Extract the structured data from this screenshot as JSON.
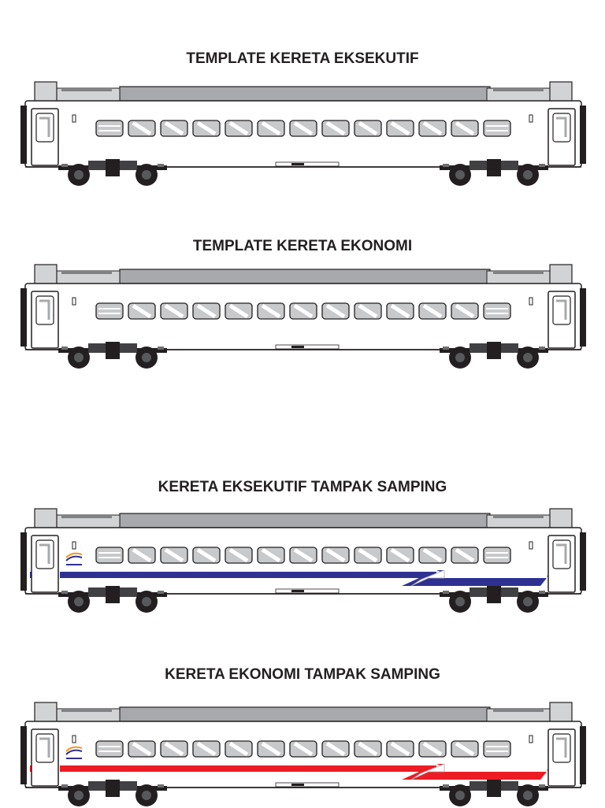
{
  "sections": [
    {
      "title": "TEMPLATE KERETA EKSEKUTIF",
      "stripe_color": null,
      "logo": false
    },
    {
      "title": "TEMPLATE KERETA EKONOMI",
      "stripe_color": null,
      "logo": false
    },
    {
      "title": "KERETA EKSEKUTIF TAMPAK SAMPING",
      "stripe_color": "#2e3192",
      "logo": true
    },
    {
      "title": "KERETA EKONOMI TAMPAK SAMPING",
      "stripe_color": "#ed1c24",
      "logo": true
    }
  ],
  "window_count": 13,
  "colors": {
    "body": "#ffffff",
    "roof": "#a7a9ac",
    "outline": "#231f20",
    "glass": "#c8c9cb",
    "bogie": "#231f20"
  }
}
